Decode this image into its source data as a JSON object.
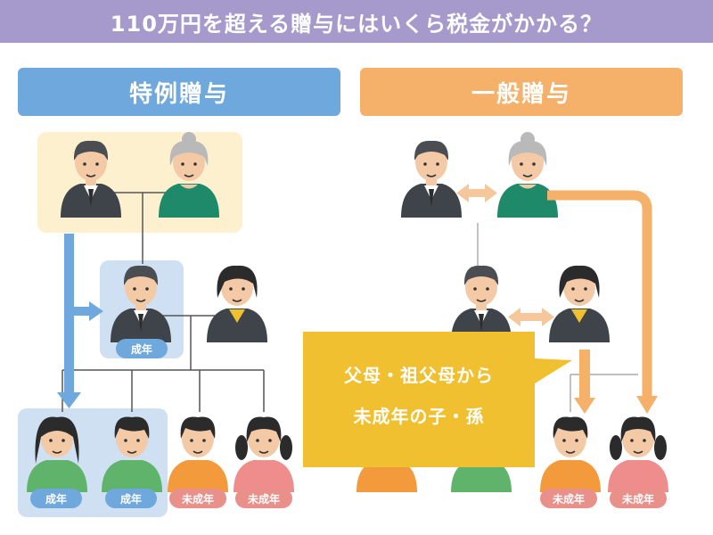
{
  "title": "110万円を超える贈与にはいくら税金がかかる？",
  "sections": {
    "left": {
      "label": "特例贈与"
    },
    "right": {
      "label": "一般贈与"
    }
  },
  "tags": {
    "adult": "成年",
    "minor": "未成年"
  },
  "callout": {
    "line1": "父母・祖父母から",
    "line2": "未成年の子・孫"
  },
  "colors": {
    "title_bg": "#a59acb",
    "special_blue": "#6fa8dc",
    "general_orange": "#f5b06a",
    "highlight_yellow": "#f0c030",
    "box_cream": "#fdf0cf",
    "box_blue": "#cfe0f3",
    "minor_pink": "#e9908a"
  }
}
